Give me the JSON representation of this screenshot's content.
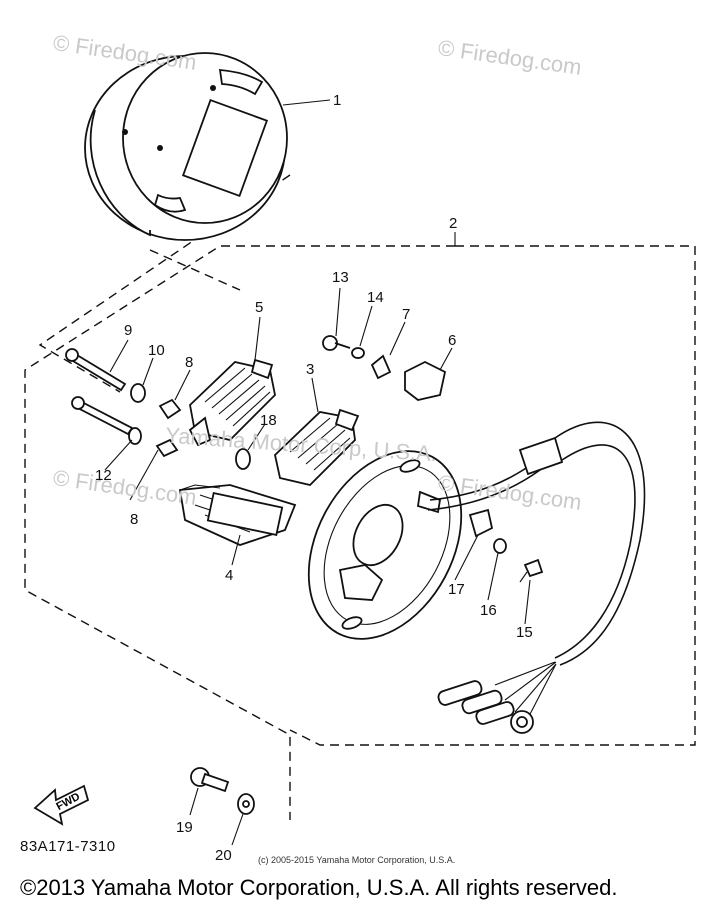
{
  "watermarks": {
    "w1": "© Firedog.com",
    "w2": "© Firedog.com",
    "w3": "© Firedog.com",
    "w4": "© Firedog.com",
    "w5": "Yamaha Motor Corp, U.S.A."
  },
  "labels": [
    "1",
    "2",
    "3",
    "4",
    "5",
    "6",
    "7",
    "8",
    "8",
    "9",
    "10",
    "12",
    "13",
    "14",
    "15",
    "16",
    "17",
    "18",
    "19",
    "20"
  ],
  "fwd_label": "FWD",
  "part_code": "83A171-7310",
  "small_copyright": "(c) 2005-2015 Yamaha Motor Corporation, U.S.A.",
  "footer_copyright": "©2013 Yamaha Motor Corporation, U.S.A. All rights reserved."
}
